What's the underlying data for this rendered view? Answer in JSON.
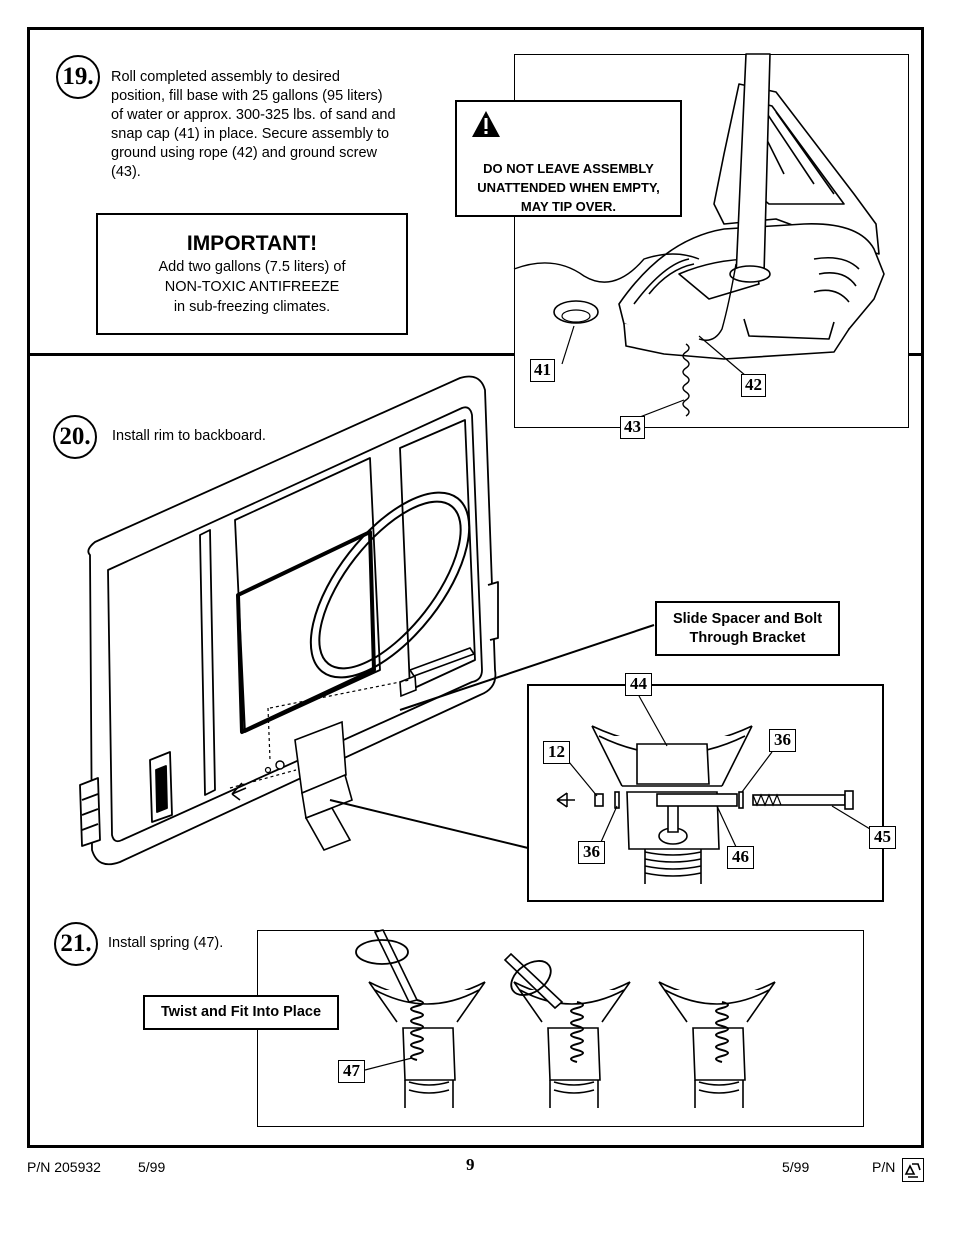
{
  "step19": {
    "number": "19.",
    "lines": [
      "Roll completed assembly to desired",
      "position, fill base with 25 gallons (95 liters)",
      "of water or approx. 300-325 lbs. of sand and",
      "snap cap (41) in place.  Secure assembly to",
      "ground using rope (42) and ground screw",
      "(43)."
    ],
    "important": {
      "title": "IMPORTANT!",
      "lines": [
        "Add two gallons (7.5 liters) of",
        "NON-TOXIC ANTIFREEZE",
        "in sub-freezing climates."
      ]
    },
    "warning": {
      "lines": [
        "DO NOT LEAVE ASSEMBLY",
        "UNATTENDED WHEN EMPTY,",
        "MAY TIP OVER."
      ]
    },
    "parts": [
      "41",
      "42",
      "43"
    ]
  },
  "step20": {
    "number": "20.",
    "text": "Install rim to backboard.",
    "callout": {
      "lines": [
        "Slide Spacer and Bolt",
        "Through Bracket"
      ]
    },
    "parts": [
      "44",
      "12",
      "36",
      "36",
      "46",
      "45"
    ]
  },
  "step21": {
    "number": "21.",
    "text": "Install spring (47).",
    "callout": "Twist and Fit Into Place",
    "parts": [
      "47"
    ]
  },
  "footer": {
    "left_pn": "P/N 205932",
    "left_date": "5/99",
    "page": "9",
    "right_date": "5/99",
    "right_pn": "P/N"
  },
  "colors": {
    "ink": "#000000",
    "paper": "#ffffff"
  }
}
